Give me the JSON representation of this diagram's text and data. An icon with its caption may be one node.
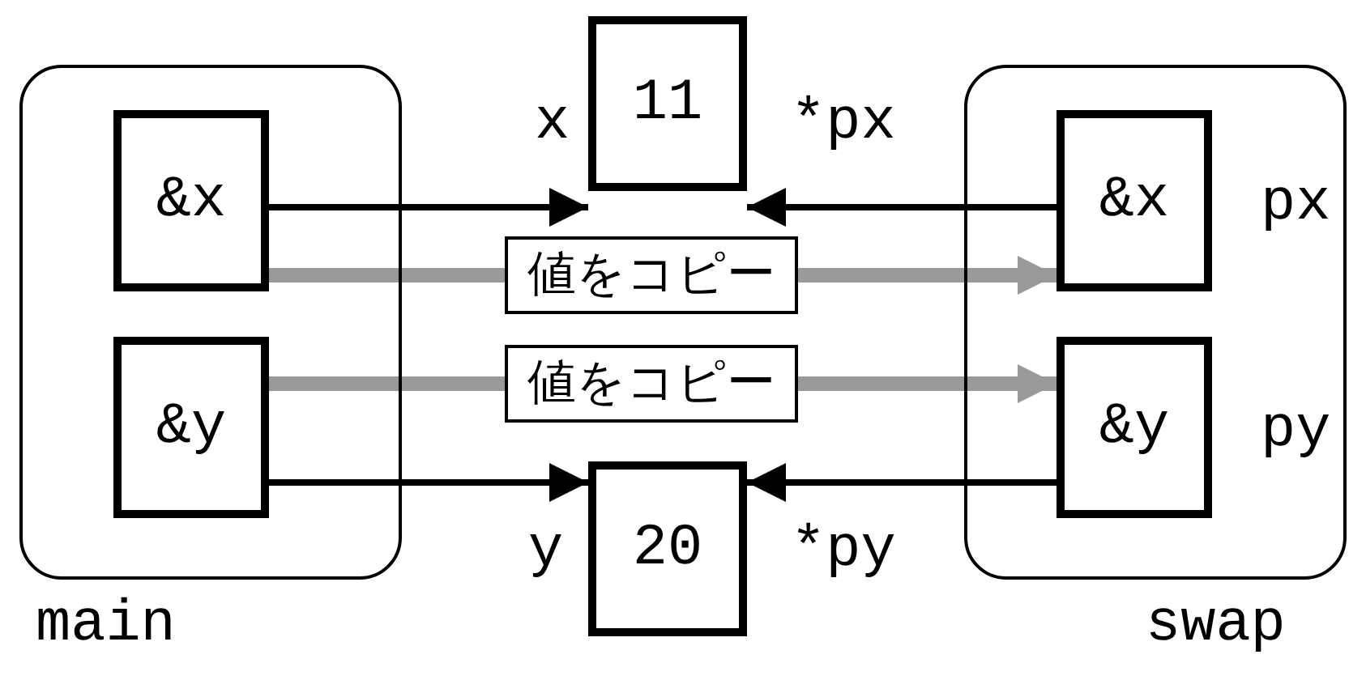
{
  "diagram": {
    "nodes": [
      {
        "text": [
          "main"
        ]
      },
      {
        "text": [
          "&x"
        ],
        "in": 0
      },
      {
        "text": [
          "&y"
        ],
        "in": 0
      },
      {
        "text": [
          "11"
        ],
        "beside": [
          "x",
          "*px"
        ]
      },
      {
        "text": [
          "20"
        ],
        "beside": [
          "y",
          "*py"
        ]
      },
      {
        "text": [
          "swap"
        ]
      },
      {
        "text": [
          "&x"
        ],
        "in": 5,
        "beside": [
          "px"
        ]
      },
      {
        "text": [
          "&y"
        ],
        "in": 5,
        "beside": [
          "py"
        ]
      }
    ],
    "edges": [
      {
        "from": 1,
        "to": 3,
        "arrow": "to"
      },
      {
        "from": 6,
        "to": 3,
        "arrow": "to"
      },
      {
        "from": 1,
        "to": 6,
        "arrow": "to",
        "label": "値をコピー",
        "style": "thick",
        "color": "#999999"
      },
      {
        "from": 2,
        "to": 7,
        "arrow": "to",
        "label": "値をコピー",
        "style": "thick",
        "color": "#999999"
      },
      {
        "from": 2,
        "to": 4,
        "arrow": "to"
      },
      {
        "from": 7,
        "to": 4,
        "arrow": "to"
      }
    ]
  }
}
